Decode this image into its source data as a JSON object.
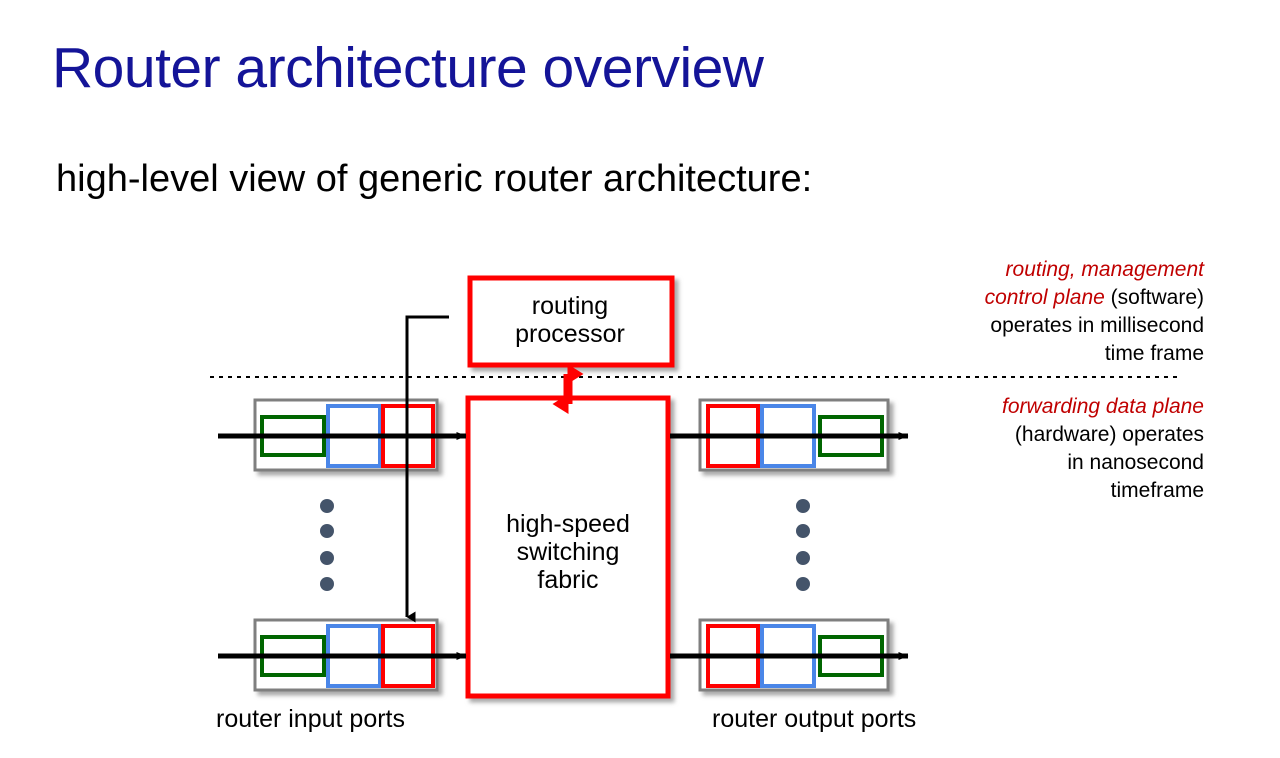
{
  "slide": {
    "title": "Router architecture overview",
    "subtitle": "high-level view of generic router architecture:"
  },
  "diagram": {
    "routing_processor_label_line1": "routing",
    "routing_processor_label_line2": "processor",
    "switching_fabric_label_line1": "high-speed",
    "switching_fabric_label_line2": "switching",
    "switching_fabric_label_line3": "fabric",
    "input_ports_caption": "router input ports",
    "output_ports_caption": "router output ports"
  },
  "annotations": {
    "control_plane": {
      "emphasis_line1": "routing, management",
      "emphasis_line2": "control plane",
      "rest_line2": " (software)",
      "line3": "operates in millisecond",
      "line4": "time frame"
    },
    "data_plane": {
      "emphasis_line1": "forwarding data plane",
      "line2": "(hardware) operates",
      "line3": "in nanosecond",
      "line4": "timeframe"
    }
  },
  "colors": {
    "title_blue": "#141498",
    "accent_red": "#ff0000",
    "annotation_red": "#c00000",
    "port_border_gray": "#7f7f7f",
    "green": "#006600",
    "blue": "#4a86e8",
    "black": "#000000",
    "dot_slate": "#44546a"
  }
}
